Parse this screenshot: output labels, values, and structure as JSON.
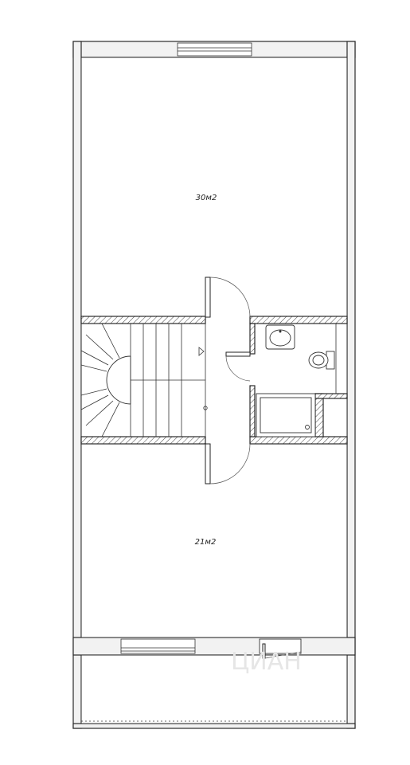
{
  "rooms": {
    "upper_area": "30м2",
    "lower_area": "21м2"
  },
  "watermark": "ЦИАН"
}
